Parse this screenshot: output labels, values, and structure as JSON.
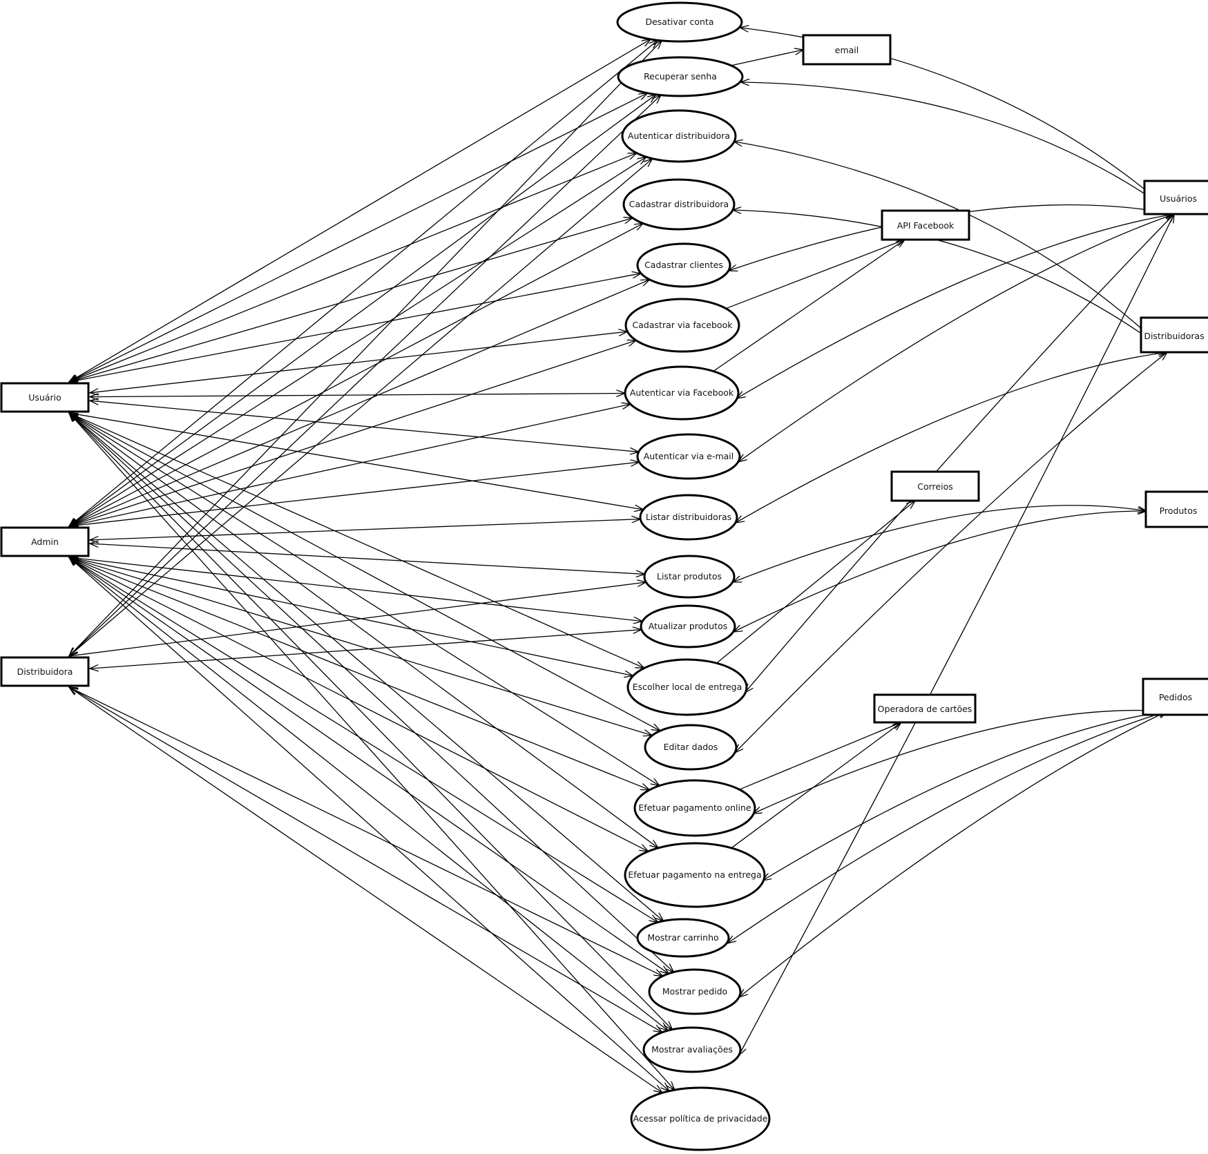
{
  "actors": {
    "usuario": "Usuário",
    "admin": "Admin",
    "distribuidora": "Distribuidora"
  },
  "use_cases": {
    "desativar": "Desativar conta",
    "recuperar": "Recuperar senha",
    "autdist": "Autenticar distribuidora",
    "caddist": "Cadastrar distribuidora",
    "cadcli": "Cadastrar clientes",
    "cadfb": "Cadastrar via facebook",
    "autfb": "Autenticar via Facebook",
    "autemail": "Autenticar via e-mail",
    "listdist": "Listar distribuidoras",
    "listprod": "Listar produtos",
    "atualprod": "Atualizar produtos",
    "local": "Escolher local de entrega",
    "editar": "Editar dados",
    "pagonline": "Efetuar pagamento online",
    "pagentrega": "Efetuar pagamento na entrega",
    "carrinho": "Mostrar carrinho",
    "pedido": "Mostrar pedido",
    "avaliacoes": "Mostrar avaliações",
    "politica": "Acessar política de privacidade"
  },
  "services": {
    "email": "email",
    "apifb": "API Facebook",
    "correios": "Correios",
    "operadora": "Operadora de cartões"
  },
  "data_stores": {
    "usuarios": "Usuários",
    "distribuidoras": "Distribuidoras",
    "produtos": "Produtos",
    "pedidos": "Pedidos"
  },
  "connections": {
    "actor_links": [
      [
        "usuario",
        "desativar"
      ],
      [
        "usuario",
        "recuperar"
      ],
      [
        "usuario",
        "autdist"
      ],
      [
        "usuario",
        "caddist"
      ],
      [
        "usuario",
        "cadcli"
      ],
      [
        "usuario",
        "cadfb"
      ],
      [
        "usuario",
        "autfb"
      ],
      [
        "usuario",
        "autemail"
      ],
      [
        "usuario",
        "listdist"
      ],
      [
        "usuario",
        "local"
      ],
      [
        "usuario",
        "editar"
      ],
      [
        "usuario",
        "pagonline"
      ],
      [
        "usuario",
        "pagentrega"
      ],
      [
        "usuario",
        "carrinho"
      ],
      [
        "usuario",
        "pedido"
      ],
      [
        "usuario",
        "avaliacoes"
      ],
      [
        "usuario",
        "politica"
      ],
      [
        "admin",
        "desativar"
      ],
      [
        "admin",
        "recuperar"
      ],
      [
        "admin",
        "autdist"
      ],
      [
        "admin",
        "caddist"
      ],
      [
        "admin",
        "cadcli"
      ],
      [
        "admin",
        "cadfb"
      ],
      [
        "admin",
        "autfb"
      ],
      [
        "admin",
        "autemail"
      ],
      [
        "admin",
        "listdist"
      ],
      [
        "admin",
        "listprod"
      ],
      [
        "admin",
        "atualprod"
      ],
      [
        "admin",
        "local"
      ],
      [
        "admin",
        "editar"
      ],
      [
        "admin",
        "pagonline"
      ],
      [
        "admin",
        "pagentrega"
      ],
      [
        "admin",
        "carrinho"
      ],
      [
        "admin",
        "pedido"
      ],
      [
        "admin",
        "avaliacoes"
      ],
      [
        "admin",
        "politica"
      ],
      [
        "distribuidora",
        "desativar"
      ],
      [
        "distribuidora",
        "recuperar"
      ],
      [
        "distribuidora",
        "autdist"
      ],
      [
        "distribuidora",
        "listprod"
      ],
      [
        "distribuidora",
        "atualprod"
      ],
      [
        "distribuidora",
        "pedido"
      ],
      [
        "distribuidora",
        "avaliacoes"
      ],
      [
        "distribuidora",
        "politica"
      ]
    ],
    "service_links": [
      [
        "recuperar",
        "email"
      ],
      [
        "cadfb",
        "apifb"
      ],
      [
        "autfb",
        "apifb"
      ],
      [
        "local",
        "correios"
      ],
      [
        "pagonline",
        "operadora"
      ],
      [
        "pagentrega",
        "operadora"
      ]
    ],
    "store_links": [
      [
        "usuarios",
        "desativar"
      ],
      [
        "usuarios",
        "recuperar"
      ],
      [
        "usuarios",
        "cadcli"
      ],
      [
        "usuarios",
        "autfb"
      ],
      [
        "usuarios",
        "autemail"
      ],
      [
        "usuarios",
        "local"
      ],
      [
        "usuarios",
        "avaliacoes"
      ],
      [
        "distribuidoras",
        "autdist"
      ],
      [
        "distribuidoras",
        "caddist"
      ],
      [
        "distribuidoras",
        "listdist"
      ],
      [
        "distribuidoras",
        "editar"
      ],
      [
        "produtos",
        "listprod"
      ],
      [
        "produtos",
        "atualprod"
      ],
      [
        "pedidos",
        "pagonline"
      ],
      [
        "pedidos",
        "pagentrega"
      ],
      [
        "pedidos",
        "carrinho"
      ],
      [
        "pedidos",
        "pedido"
      ]
    ]
  }
}
